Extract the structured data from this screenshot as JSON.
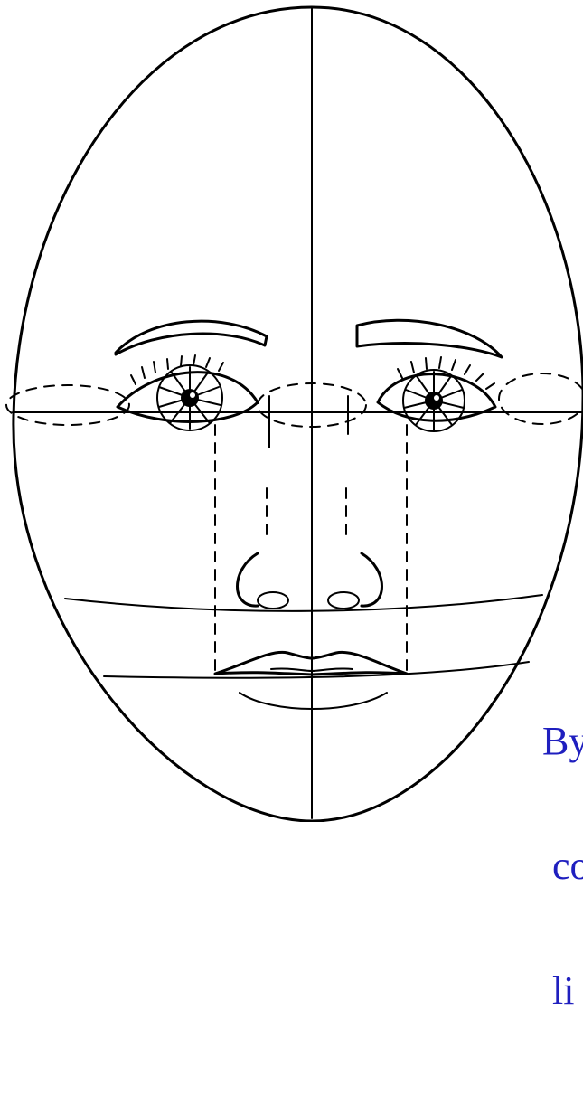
{
  "caption": {
    "lines": [
      "By",
      " co",
      " li"
    ],
    "color": "#1f1fbf"
  }
}
